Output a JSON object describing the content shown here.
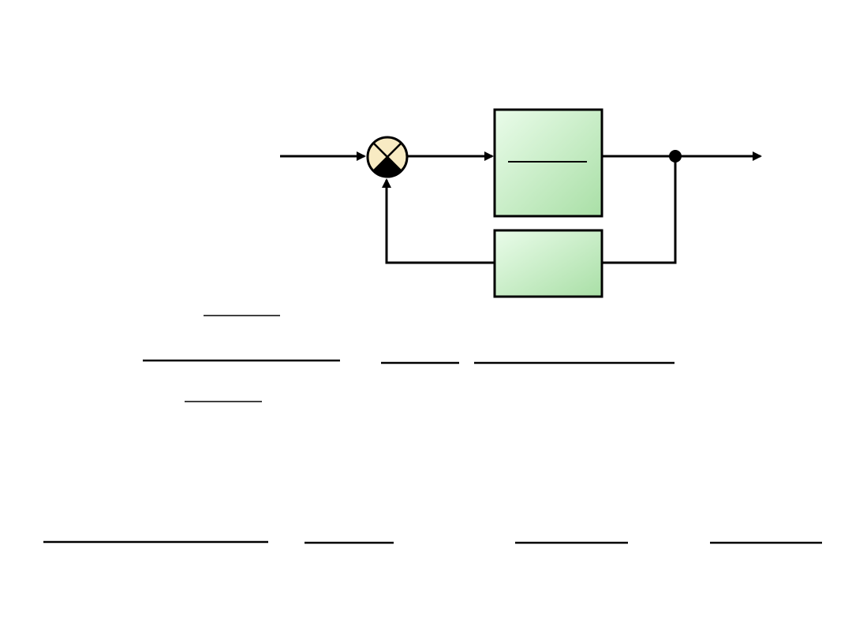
{
  "diagram": {
    "type": "block-diagram-feedback-loop",
    "nodes": [
      {
        "id": "input",
        "kind": "signal-in"
      },
      {
        "id": "summing-junction",
        "kind": "summing-junction"
      },
      {
        "id": "forward-block",
        "kind": "transfer-function-block"
      },
      {
        "id": "feedback-block",
        "kind": "transfer-function-block"
      },
      {
        "id": "takeoff-point",
        "kind": "takeoff-point"
      },
      {
        "id": "output",
        "kind": "signal-out"
      }
    ],
    "edges": [
      {
        "from": "input",
        "to": "summing-junction"
      },
      {
        "from": "summing-junction",
        "to": "forward-block"
      },
      {
        "from": "forward-block",
        "to": "takeoff-point"
      },
      {
        "from": "takeoff-point",
        "to": "output"
      },
      {
        "from": "takeoff-point",
        "to": "feedback-block"
      },
      {
        "from": "feedback-block",
        "to": "summing-junction"
      }
    ],
    "labels": {
      "forward_block_text": "",
      "feedback_block_text": ""
    },
    "colors": {
      "block_fill_light": "#eafcea",
      "block_fill_dark": "#a9dfa6",
      "junction_fill": "#f8ebc3",
      "stroke": "#000000"
    }
  },
  "equations": {
    "fraction_bars_count": 10
  }
}
